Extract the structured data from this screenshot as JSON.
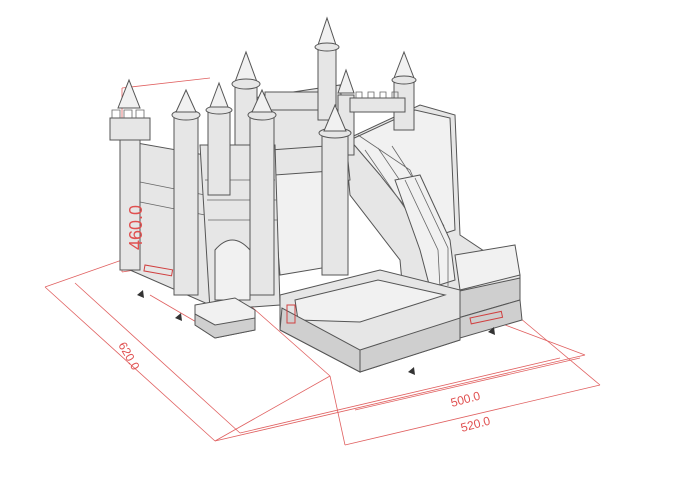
{
  "dimensions": {
    "height": "460.0",
    "depth": "620.0",
    "width_inner": "500.0",
    "width_outer": "520.0"
  },
  "colors": {
    "dimension_line": "#e06060",
    "dimension_text": "#e05050",
    "inflatable_fill": "#e6e6e6",
    "outline": "#555555"
  }
}
